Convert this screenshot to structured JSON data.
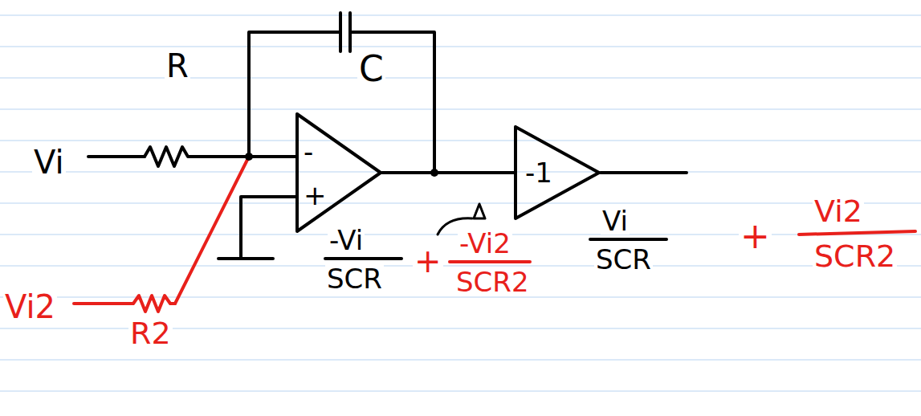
{
  "diagram": {
    "nodes": [
      {
        "text": [
          "-",
          "+"
        ]
      },
      {
        "text": [
          "-1"
        ]
      }
    ],
    "edges": [
      {
        "from": 0,
        "to": 1,
        "arrow": "none"
      }
    ],
    "labels": [
      "C",
      "R",
      "Vi",
      "Vi2",
      "R2",
      "-Vi",
      "SCR",
      "+",
      "-Vi2",
      "SCR2",
      "Vi",
      "SCR",
      "+",
      "Vi2",
      "SCR2"
    ]
  }
}
